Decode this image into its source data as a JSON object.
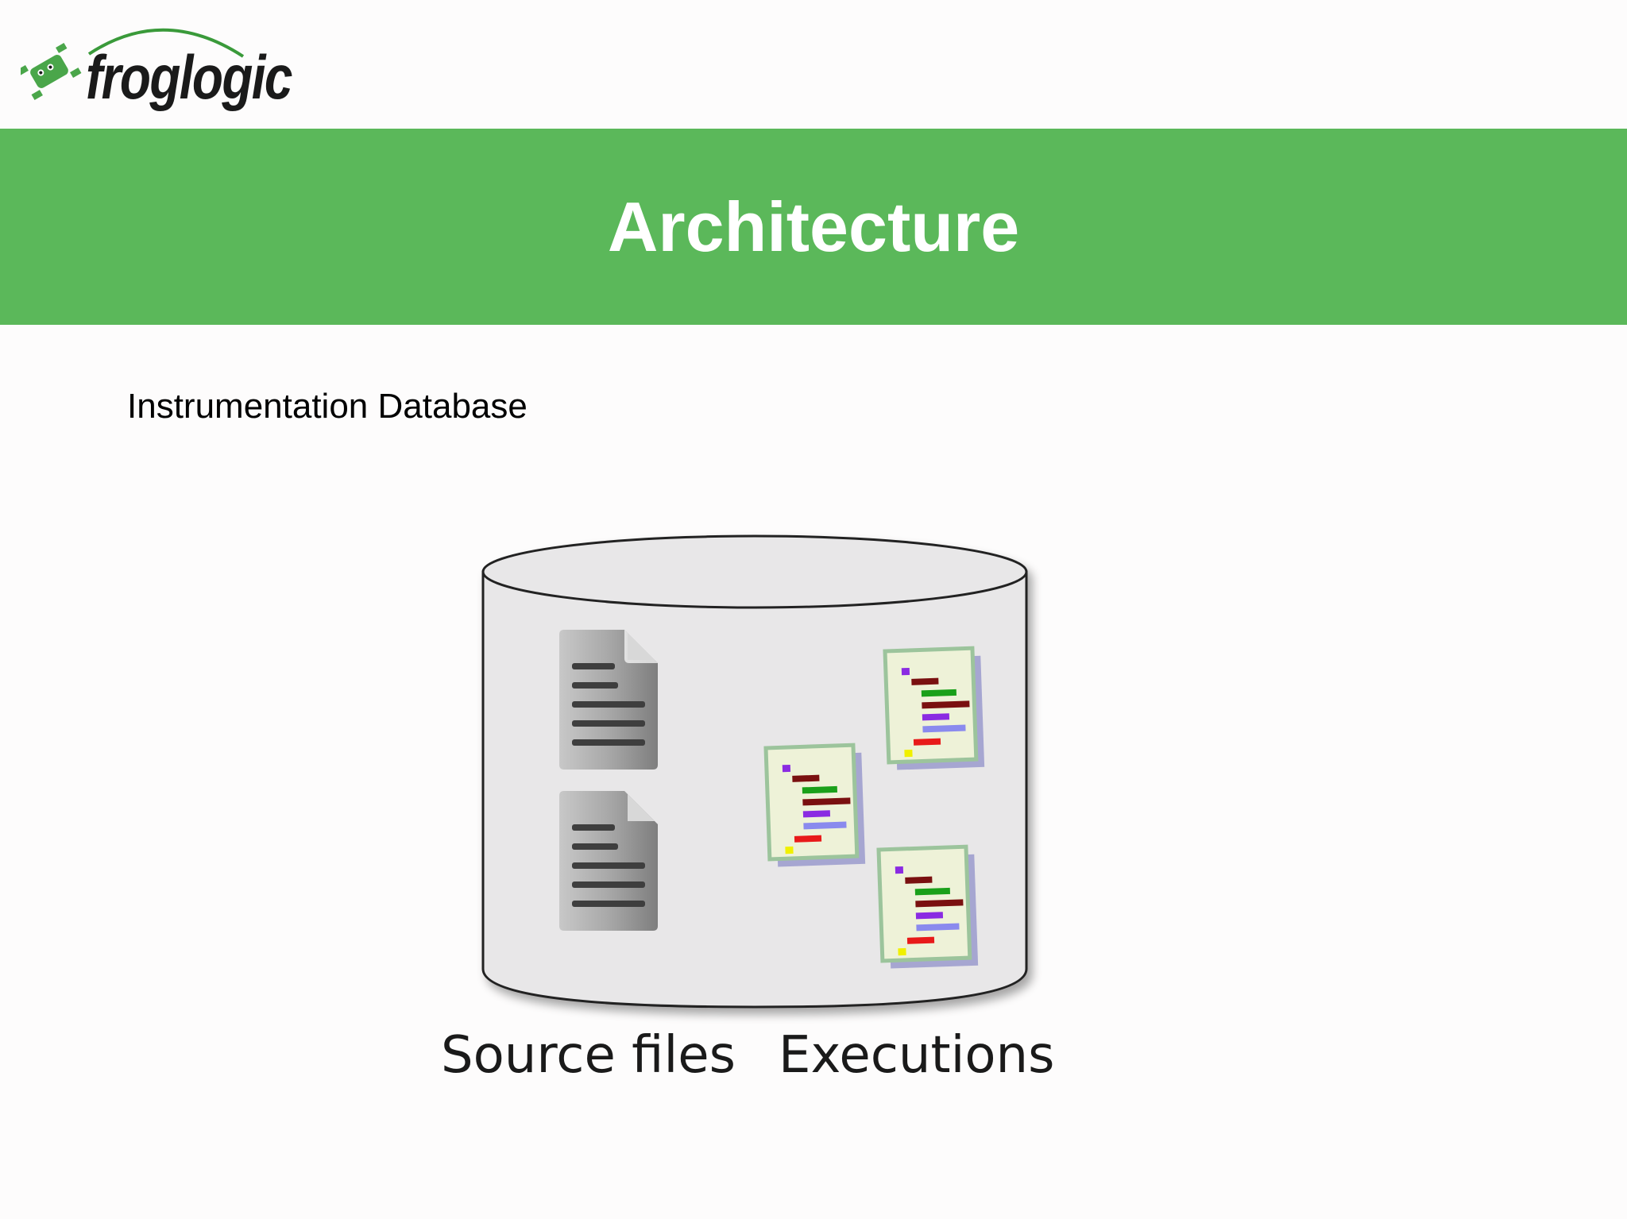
{
  "brand": {
    "name": "froglogic",
    "color": "#5bb85a"
  },
  "header": {
    "title": "Architecture"
  },
  "main": {
    "heading": "Instrumentation Database"
  },
  "diagram": {
    "labels": {
      "source_files": "Source files",
      "executions": "Executions"
    },
    "icons": {
      "source_file": "document-icon",
      "execution": "code-listing-icon"
    }
  }
}
